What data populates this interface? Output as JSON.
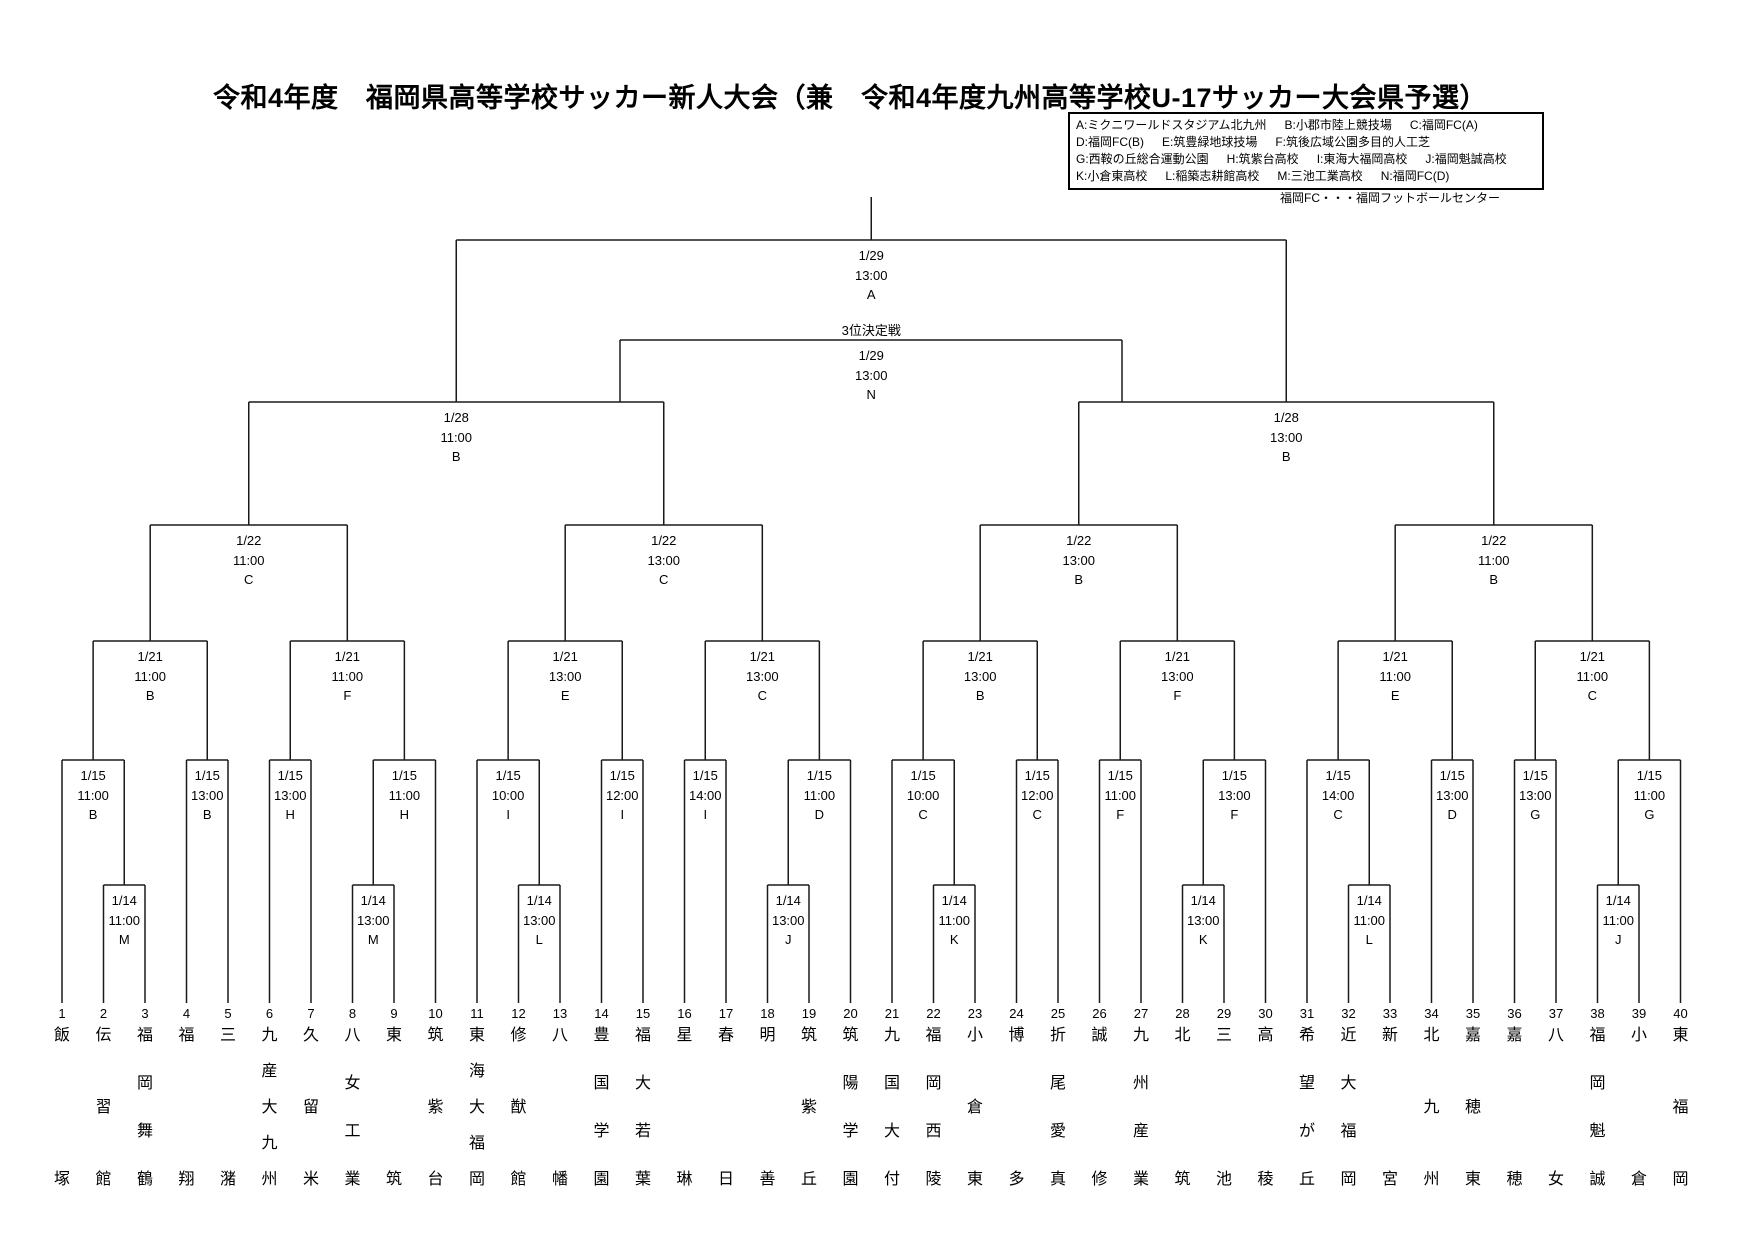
{
  "title": "令和4年度　福岡県高等学校サッカー新人大会（兼　令和4年度九州高等学校U-17サッカー大会県予選）",
  "legend": {
    "rows": [
      [
        {
          "code": "A",
          "name": "ミクニワールドスタジアム北九州"
        },
        {
          "code": "B",
          "name": "小郡市陸上競技場"
        },
        {
          "code": "C",
          "name": "福岡FC(A)"
        }
      ],
      [
        {
          "code": "D",
          "name": "福岡FC(B)"
        },
        {
          "code": "E",
          "name": "筑豊緑地球技場"
        },
        {
          "code": "F",
          "name": "筑後広域公園多目的人工芝"
        }
      ],
      [
        {
          "code": "G",
          "name": "西鞍の丘総合運動公園"
        },
        {
          "code": "H",
          "name": "筑紫台高校"
        },
        {
          "code": "I",
          "name": "東海大福岡高校"
        },
        {
          "code": "J",
          "name": "福岡魁誠高校"
        }
      ],
      [
        {
          "code": "K",
          "name": "小倉東高校"
        },
        {
          "code": "L",
          "name": "稲築志耕館高校"
        },
        {
          "code": "M",
          "name": "三池工業高校"
        },
        {
          "code": "N",
          "name": "福岡FC(D)"
        }
      ]
    ],
    "footnote": "福岡FC・・・福岡フットボールセンター"
  },
  "teams": [
    {
      "no": 1,
      "name": "飯塚"
    },
    {
      "no": 2,
      "name": "伝習館"
    },
    {
      "no": 3,
      "name": "福岡舞鶴"
    },
    {
      "no": 4,
      "name": "福翔"
    },
    {
      "no": 5,
      "name": "三潴"
    },
    {
      "no": 6,
      "name": "九産大九州"
    },
    {
      "no": 7,
      "name": "久留米"
    },
    {
      "no": 8,
      "name": "八女工業"
    },
    {
      "no": 9,
      "name": "東筑"
    },
    {
      "no": 10,
      "name": "筑紫台"
    },
    {
      "no": 11,
      "name": "東海大福岡"
    },
    {
      "no": 12,
      "name": "修猷館"
    },
    {
      "no": 13,
      "name": "八幡"
    },
    {
      "no": 14,
      "name": "豊国学園"
    },
    {
      "no": 15,
      "name": "福大若葉"
    },
    {
      "no": 16,
      "name": "星琳"
    },
    {
      "no": 17,
      "name": "春日"
    },
    {
      "no": 18,
      "name": "明善"
    },
    {
      "no": 19,
      "name": "筑紫丘"
    },
    {
      "no": 20,
      "name": "筑陽学園"
    },
    {
      "no": 21,
      "name": "九国大付"
    },
    {
      "no": 22,
      "name": "福岡西陵"
    },
    {
      "no": 23,
      "name": "小倉東"
    },
    {
      "no": 24,
      "name": "博多"
    },
    {
      "no": 25,
      "name": "折尾愛真"
    },
    {
      "no": 26,
      "name": "誠修"
    },
    {
      "no": 27,
      "name": "九州産業"
    },
    {
      "no": 28,
      "name": "北筑"
    },
    {
      "no": 29,
      "name": "三池"
    },
    {
      "no": 30,
      "name": "高稜"
    },
    {
      "no": 31,
      "name": "希望が丘"
    },
    {
      "no": 32,
      "name": "近大福岡"
    },
    {
      "no": 33,
      "name": "新宮"
    },
    {
      "no": 34,
      "name": "北九州"
    },
    {
      "no": 35,
      "name": "嘉穂東"
    },
    {
      "no": 36,
      "name": "嘉穂"
    },
    {
      "no": 37,
      "name": "八女"
    },
    {
      "no": 38,
      "name": "福岡魁誠"
    },
    {
      "no": 39,
      "name": "小倉"
    },
    {
      "no": 40,
      "name": "東福岡"
    }
  ],
  "bracket": {
    "round1": {
      "date": "1/14",
      "matches": [
        {
          "a": 2,
          "b": 3,
          "time": "11:00",
          "venue": "M"
        },
        {
          "a": 8,
          "b": 9,
          "time": "13:00",
          "venue": "M"
        },
        {
          "a": 12,
          "b": 13,
          "time": "13:00",
          "venue": "L"
        },
        {
          "a": 18,
          "b": 19,
          "time": "13:00",
          "venue": "J"
        },
        {
          "a": 22,
          "b": 23,
          "time": "11:00",
          "venue": "K"
        },
        {
          "a": 28,
          "b": 29,
          "time": "13:00",
          "venue": "K"
        },
        {
          "a": 32,
          "b": 33,
          "time": "11:00",
          "venue": "L"
        },
        {
          "a": 38,
          "b": 39,
          "time": "11:00",
          "venue": "J"
        }
      ]
    },
    "round2": {
      "date": "1/15",
      "matches": [
        {
          "left": "t1",
          "right": "p2-3",
          "time": "11:00",
          "venue": "B"
        },
        {
          "left": "t4",
          "right": "t5",
          "time": "13:00",
          "venue": "B"
        },
        {
          "left": "t6",
          "right": "t7",
          "time": "13:00",
          "venue": "H"
        },
        {
          "left": "p8-9",
          "right": "t10",
          "time": "11:00",
          "venue": "H"
        },
        {
          "left": "t11",
          "right": "p12-13",
          "time": "10:00",
          "venue": "I"
        },
        {
          "left": "t14",
          "right": "t15",
          "time": "12:00",
          "venue": "I"
        },
        {
          "left": "t16",
          "right": "t17",
          "time": "14:00",
          "venue": "I"
        },
        {
          "left": "p18-19",
          "right": "t20",
          "time": "11:00",
          "venue": "D"
        },
        {
          "left": "t21",
          "right": "p22-23",
          "time": "10:00",
          "venue": "C"
        },
        {
          "left": "t24",
          "right": "t25",
          "time": "12:00",
          "venue": "C"
        },
        {
          "left": "t26",
          "right": "t27",
          "time": "11:00",
          "venue": "F"
        },
        {
          "left": "p28-29",
          "right": "t30",
          "time": "13:00",
          "venue": "F"
        },
        {
          "left": "t31",
          "right": "p32-33",
          "time": "14:00",
          "venue": "C"
        },
        {
          "left": "t34",
          "right": "t35",
          "time": "13:00",
          "venue": "D"
        },
        {
          "left": "t36",
          "right": "t37",
          "time": "13:00",
          "venue": "G"
        },
        {
          "left": "p38-39",
          "right": "t40",
          "time": "11:00",
          "venue": "G"
        }
      ]
    },
    "round3": {
      "date": "1/21",
      "matches": [
        {
          "time": "11:00",
          "venue": "B"
        },
        {
          "time": "11:00",
          "venue": "F"
        },
        {
          "time": "13:00",
          "venue": "E"
        },
        {
          "time": "13:00",
          "venue": "C"
        },
        {
          "time": "13:00",
          "venue": "B"
        },
        {
          "time": "13:00",
          "venue": "F"
        },
        {
          "time": "11:00",
          "venue": "E"
        },
        {
          "time": "11:00",
          "venue": "C"
        }
      ]
    },
    "round4": {
      "date": "1/22",
      "matches": [
        {
          "time": "11:00",
          "venue": "C"
        },
        {
          "time": "13:00",
          "venue": "C"
        },
        {
          "time": "13:00",
          "venue": "B"
        },
        {
          "time": "11:00",
          "venue": "B"
        }
      ]
    },
    "semifinal": {
      "date": "1/28",
      "matches": [
        {
          "time": "11:00",
          "venue": "B"
        },
        {
          "time": "13:00",
          "venue": "B"
        }
      ]
    },
    "final": {
      "date": "1/29",
      "time": "13:00",
      "venue": "A"
    },
    "third": {
      "label": "3位決定戦",
      "date": "1/29",
      "time": "13:00",
      "venue": "N"
    }
  }
}
